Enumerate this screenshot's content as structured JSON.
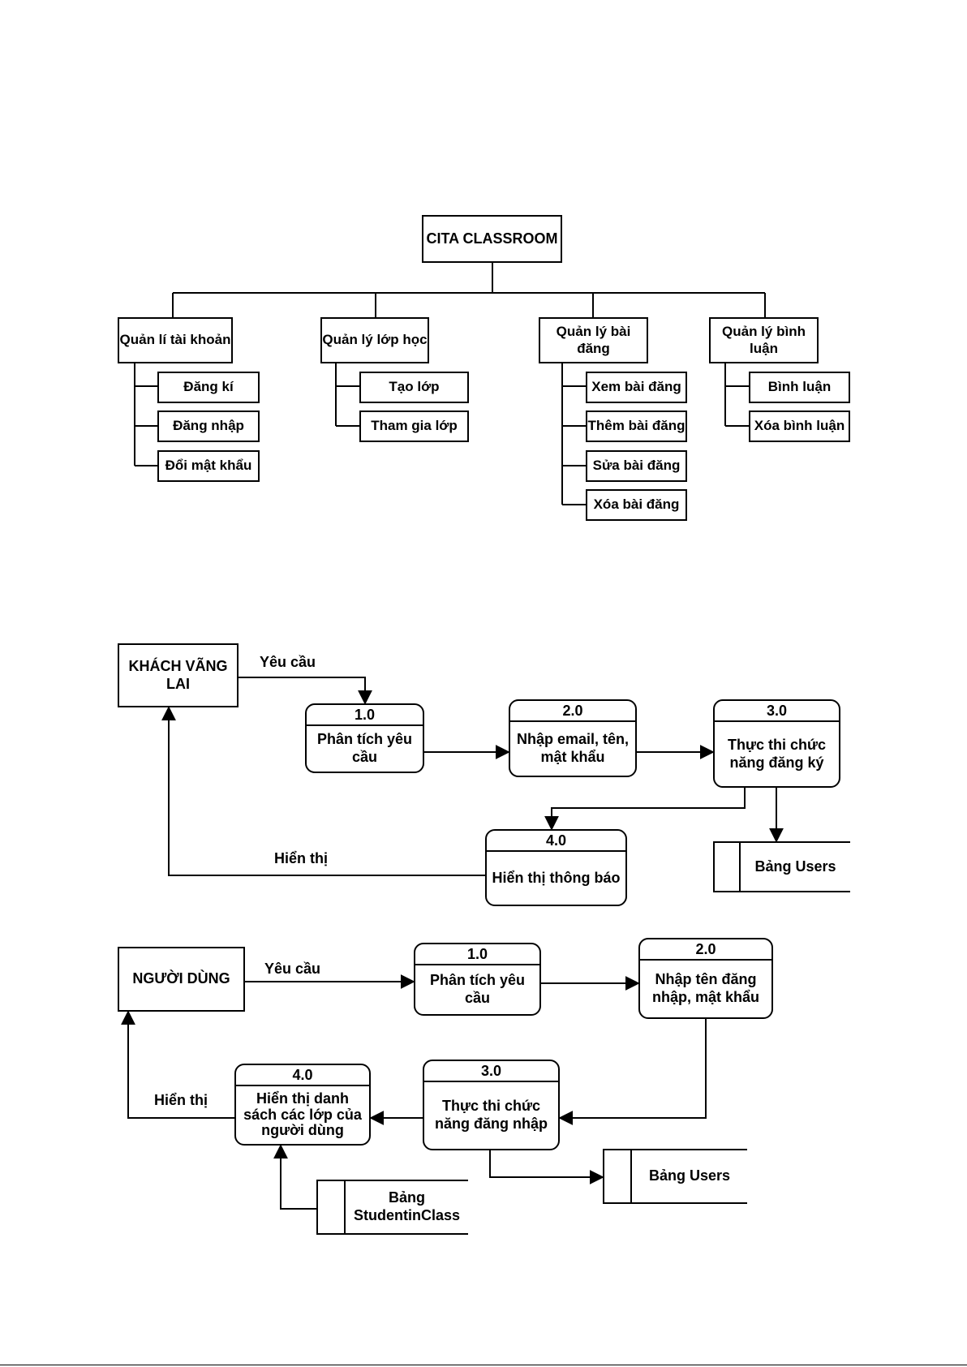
{
  "hierarchy": {
    "root": "CITA CLASSROOM",
    "groups": [
      {
        "title": "Quản lí tài khoản",
        "items": [
          "Đăng kí",
          "Đăng nhập",
          "Đổi mật khẩu"
        ]
      },
      {
        "title": "Quản lý lớp học",
        "items": [
          "Tạo lớp",
          "Tham gia lớp"
        ]
      },
      {
        "title": "Quản lý bài đăng",
        "items": [
          "Xem bài đăng",
          "Thêm bài đăng",
          "Sửa bài đăng",
          "Xóa bài đăng"
        ]
      },
      {
        "title": "Quản lý bình luận",
        "items": [
          "Bình luận",
          "Xóa bình luận"
        ]
      }
    ]
  },
  "dfd_register": {
    "entity": "KHÁCH VÃNG LAI",
    "processes": [
      {
        "id": "1.0",
        "label": "Phân tích yêu cầu"
      },
      {
        "id": "2.0",
        "label": "Nhập email, tên, mật khẩu"
      },
      {
        "id": "3.0",
        "label": "Thực thi chức năng đăng ký"
      },
      {
        "id": "4.0",
        "label": "Hiển thị thông báo"
      }
    ],
    "store": "Bảng Users",
    "flows": {
      "request": "Yêu cầu",
      "display": "Hiển thị"
    }
  },
  "dfd_login": {
    "entity": "NGƯỜI DÙNG",
    "processes": [
      {
        "id": "1.0",
        "label": "Phân tích yêu cầu"
      },
      {
        "id": "2.0",
        "label": "Nhập tên đăng nhập, mật khẩu"
      },
      {
        "id": "3.0",
        "label": "Thực thi chức năng đăng nhập"
      },
      {
        "id": "4.0",
        "label": "Hiển thị danh sách các lớp của người dùng"
      }
    ],
    "stores": [
      "Bảng Users",
      "Bảng StudentinClass"
    ],
    "flows": {
      "request": "Yêu cầu",
      "display": "Hiển thị"
    }
  }
}
